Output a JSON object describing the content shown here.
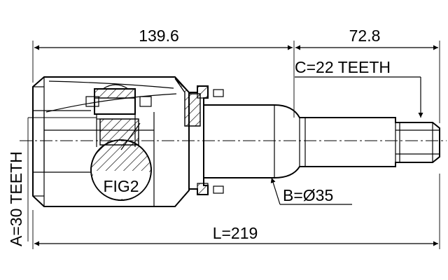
{
  "drawing": {
    "dimensions": {
      "shaft_length": "72.8",
      "housing_length": "139.6",
      "total_length": "L=219",
      "spline_diameter": "B=Ø35",
      "outer_teeth": "C=22 TEETH",
      "inner_teeth": "A=30 TEETH"
    },
    "detail_label": "FIG2"
  }
}
